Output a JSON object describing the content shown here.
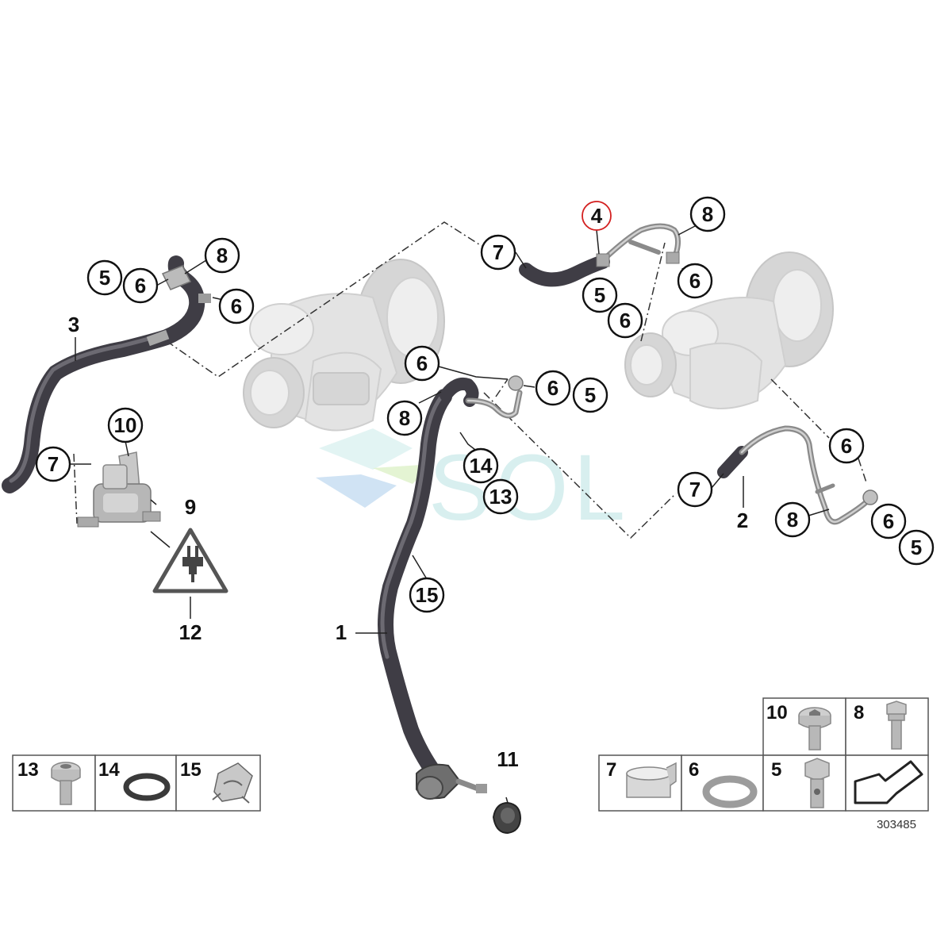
{
  "reference_number": "303485",
  "watermark": "SOL",
  "callouts": {
    "c1": "7",
    "c2": "4",
    "c3": "8",
    "c4": "5",
    "c5": "6",
    "c6": "8",
    "c7": "6",
    "c8": "6",
    "c9": "5",
    "c10": "6",
    "c11": "6",
    "c12": "6",
    "c13": "5",
    "c14": "8",
    "c15": "10",
    "c16": "7",
    "c17": "14",
    "c18": "13",
    "c19": "7",
    "c20": "6",
    "c21": "8",
    "c22": "6",
    "c23": "5",
    "c24": "15",
    "c25": "11"
  },
  "labels": {
    "l1": "3",
    "l2": "9",
    "l3": "12",
    "l4": "1",
    "l5": "2"
  },
  "legend_left": [
    "13",
    "14",
    "15"
  ],
  "legend_right_top": [
    "10",
    "8"
  ],
  "legend_right_bottom": [
    "7",
    "6",
    "5"
  ]
}
